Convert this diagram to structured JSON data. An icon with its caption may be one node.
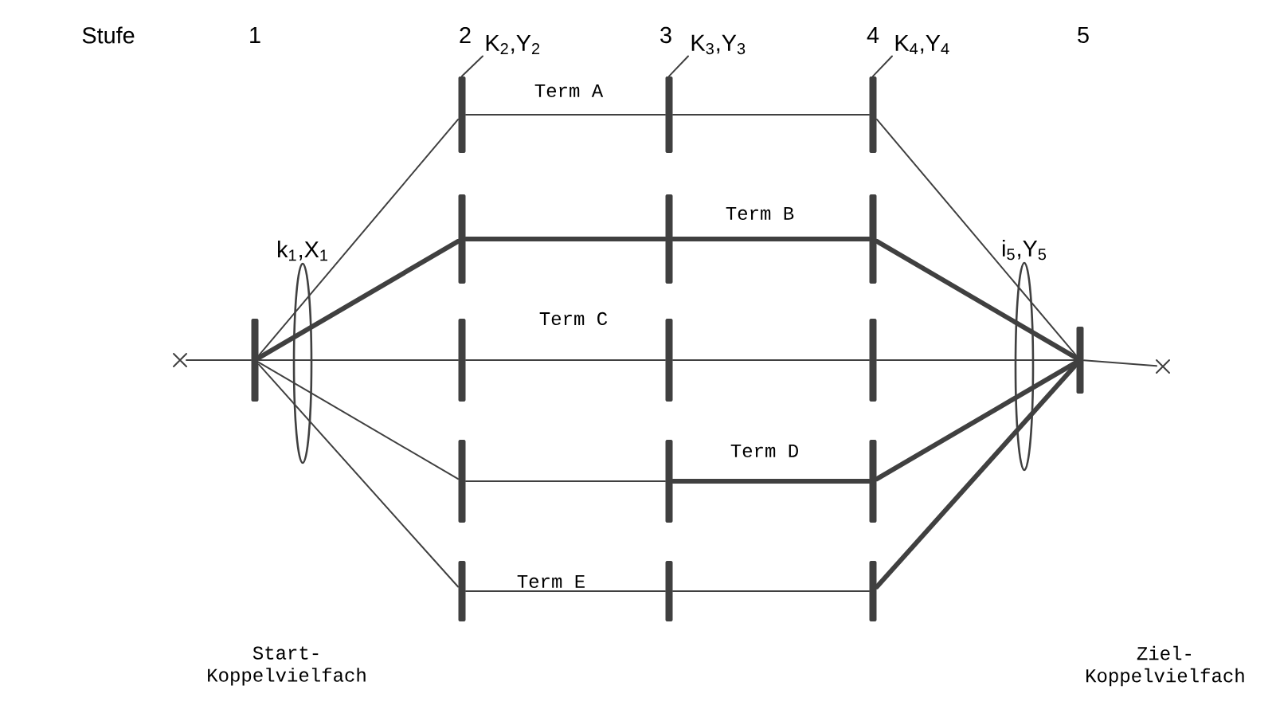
{
  "diagram": {
    "nodes": [
      {
        "text": [],
        "shape": "cross"
      },
      {
        "text": [],
        "shape": "bar"
      },
      {
        "text": [],
        "shape": "bar"
      },
      {
        "text": [],
        "shape": "bar"
      },
      {
        "text": [],
        "shape": "bar"
      },
      {
        "text": [],
        "shape": "bar"
      },
      {
        "text": [],
        "shape": "bar"
      },
      {
        "text": [],
        "shape": "bar"
      },
      {
        "text": [],
        "shape": "bar"
      },
      {
        "text": [],
        "shape": "bar"
      },
      {
        "text": [],
        "shape": "bar"
      },
      {
        "text": [],
        "shape": "bar"
      },
      {
        "text": [],
        "shape": "bar"
      },
      {
        "text": [],
        "shape": "bar"
      },
      {
        "text": [],
        "shape": "bar"
      },
      {
        "text": [],
        "shape": "bar"
      },
      {
        "text": [],
        "shape": "bar"
      },
      {
        "text": [],
        "shape": "bar"
      },
      {
        "text": [],
        "shape": "cross"
      },
      {
        "text": [
          "k$_{1}$,X$_{1}$"
        ]
      },
      {
        "text": [
          "i$_{5}$,Y$_{5}$"
        ]
      },
      {
        "text": [
          "K$_{2}$,Y$_{2}$"
        ]
      },
      {
        "text": [
          "K$_{3}$,Y$_{3}$"
        ]
      },
      {
        "text": [
          "K$_{4}$,Y$_{4}$"
        ]
      }
    ],
    "edges": [
      {
        "from": 0,
        "to": 1,
        "arrow": "none"
      },
      {
        "from": 1,
        "to": 2,
        "arrow": "none"
      },
      {
        "from": 1,
        "to": 3,
        "arrow": "none",
        "style": "thick"
      },
      {
        "from": 1,
        "to": 4,
        "arrow": "none"
      },
      {
        "from": 1,
        "to": 5,
        "arrow": "none"
      },
      {
        "from": 1,
        "to": 6,
        "arrow": "none"
      },
      {
        "from": 2,
        "to": 7,
        "arrow": "none",
        "label": "Term A"
      },
      {
        "from": 7,
        "to": 12,
        "arrow": "none"
      },
      {
        "from": 3,
        "to": 8,
        "arrow": "none",
        "style": "thick"
      },
      {
        "from": 8,
        "to": 13,
        "arrow": "none",
        "style": "thick",
        "label": "Term B"
      },
      {
        "from": 4,
        "to": 9,
        "arrow": "none",
        "label": "Term C"
      },
      {
        "from": 9,
        "to": 14,
        "arrow": "none"
      },
      {
        "from": 5,
        "to": 10,
        "arrow": "none"
      },
      {
        "from": 10,
        "to": 15,
        "arrow": "none",
        "style": "thick",
        "label": "Term D"
      },
      {
        "from": 6,
        "to": 11,
        "arrow": "none",
        "label": "Term E"
      },
      {
        "from": 11,
        "to": 16,
        "arrow": "none"
      },
      {
        "from": 12,
        "to": 17,
        "arrow": "none"
      },
      {
        "from": 13,
        "to": 17,
        "arrow": "none",
        "style": "thick"
      },
      {
        "from": 14,
        "to": 17,
        "arrow": "none"
      },
      {
        "from": 15,
        "to": 17,
        "arrow": "none",
        "style": "thick"
      },
      {
        "from": 16,
        "to": 17,
        "arrow": "none",
        "style": "thick"
      },
      {
        "from": 17,
        "to": 18,
        "arrow": "none"
      },
      {
        "from": 21,
        "to": 2,
        "arrow": "none"
      },
      {
        "from": 22,
        "to": 7,
        "arrow": "none"
      },
      {
        "from": 23,
        "to": 12,
        "arrow": "none"
      }
    ],
    "labels": [
      "Stufe",
      "1",
      "2",
      "3",
      "4",
      "5",
      "Start- Koppelvielfach",
      "Ziel- Koppelvielfach"
    ]
  }
}
